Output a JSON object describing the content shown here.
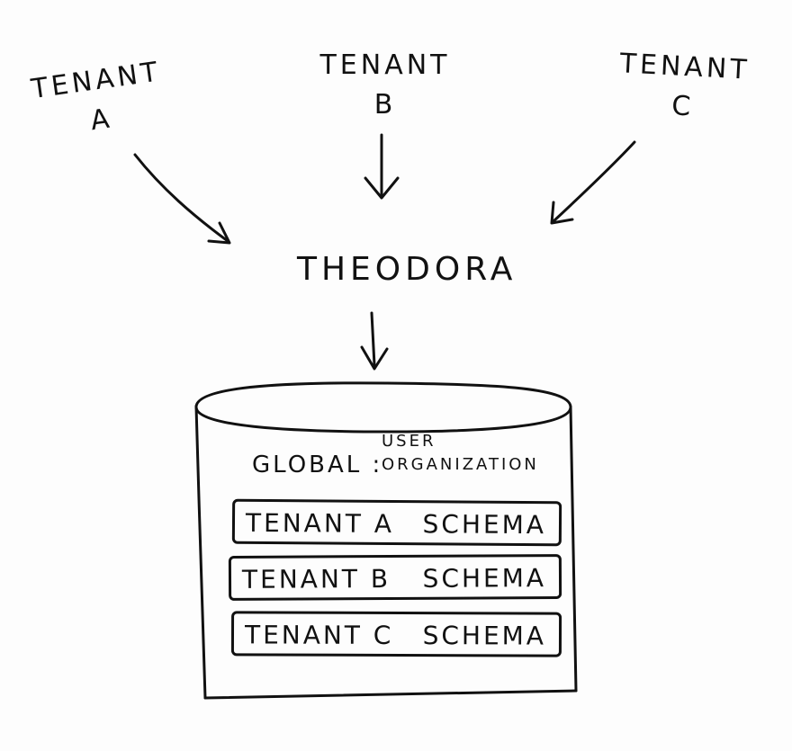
{
  "tenants": [
    {
      "line1": "TENANT",
      "line2": "A"
    },
    {
      "line1": "TENANT",
      "line2": "B"
    },
    {
      "line1": "TENANT",
      "line2": "C"
    }
  ],
  "app": {
    "name": "THEODORA"
  },
  "database": {
    "global_label": "GLOBAL :",
    "global_entities": [
      "USER",
      "ORGANIZATION"
    ],
    "schemas": [
      {
        "tenant": "TENANT A",
        "word": "SCHEMA"
      },
      {
        "tenant": "TENANT B",
        "word": "SCHEMA"
      },
      {
        "tenant": "TENANT C",
        "word": "SCHEMA"
      }
    ]
  },
  "colors": {
    "ink": "#111111",
    "paper": "#fdfdfd"
  }
}
